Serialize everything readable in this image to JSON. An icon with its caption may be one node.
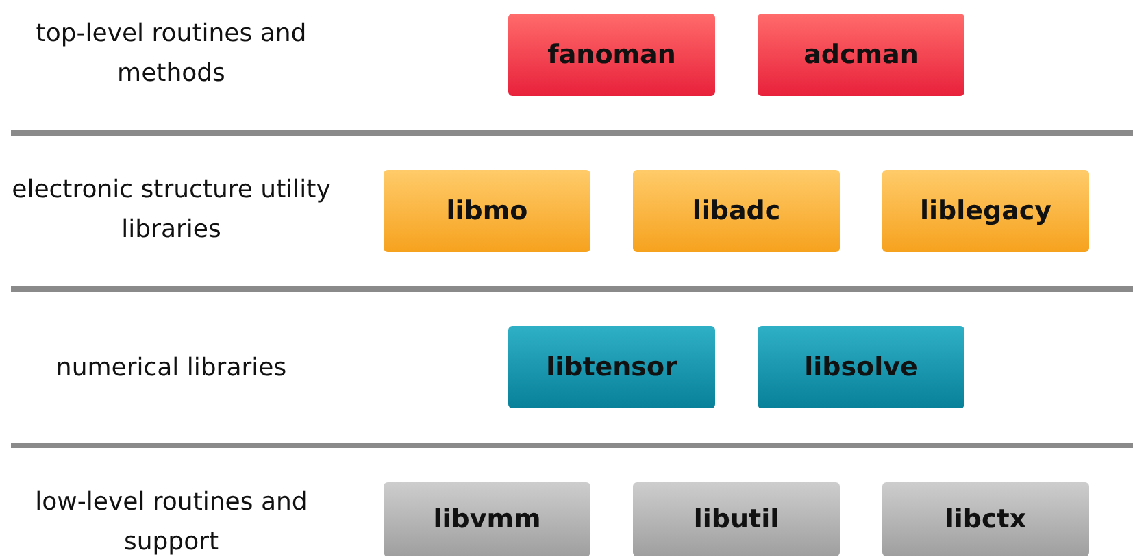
{
  "diagram": {
    "nodes": [
      {
        "text": [
          "fanoman"
        ]
      },
      {
        "text": [
          "adcman"
        ]
      },
      {
        "text": [
          "libmo"
        ]
      },
      {
        "text": [
          "libadc"
        ]
      },
      {
        "text": [
          "liblegacy"
        ]
      },
      {
        "text": [
          "libtensor"
        ]
      },
      {
        "text": [
          "libsolve"
        ]
      },
      {
        "text": [
          "libvmm"
        ]
      },
      {
        "text": [
          "libutil"
        ]
      },
      {
        "text": [
          "libctx"
        ]
      }
    ],
    "labels": [
      "top-level routines and methods",
      "electronic structure utility libraries",
      "numerical libraries",
      "low-level routines and support"
    ]
  }
}
